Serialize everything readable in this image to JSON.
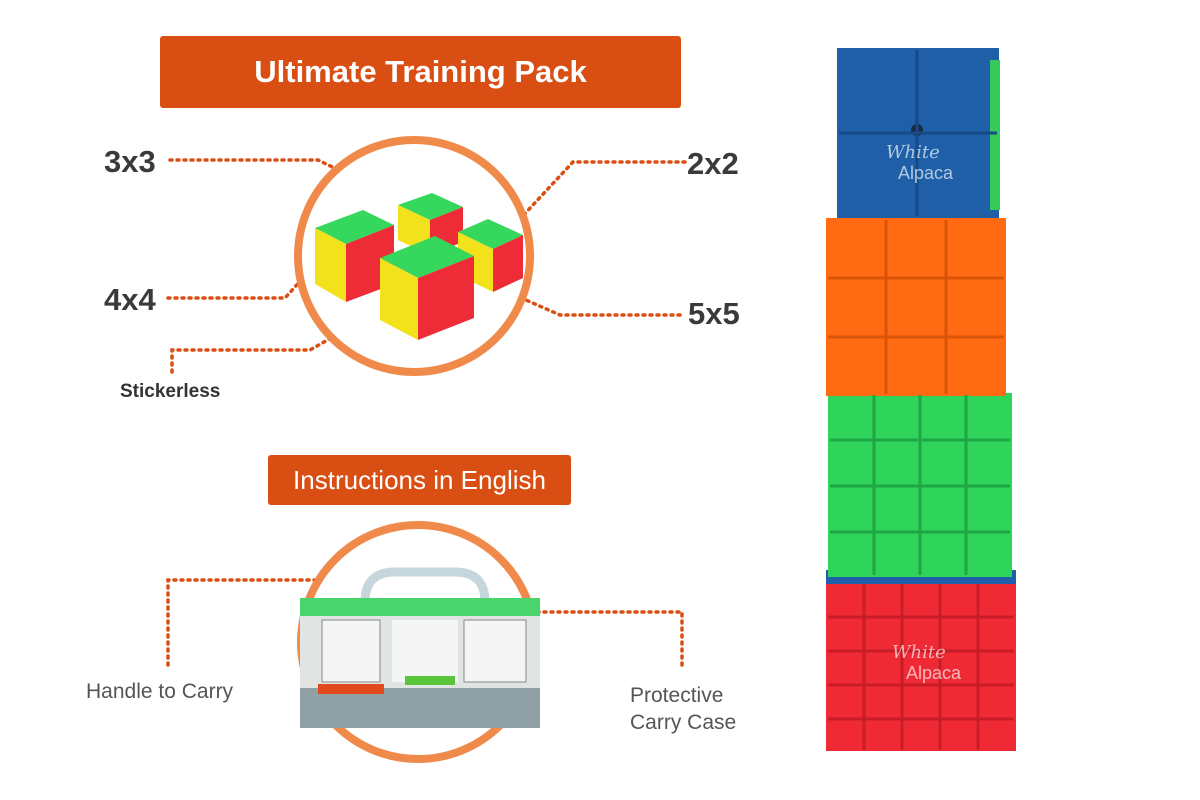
{
  "title": "Ultimate Training Pack",
  "instructions_banner": "Instructions in English",
  "cube_labels": {
    "c3x3": "3x3",
    "c2x2": "2x2",
    "c4x4": "4x4",
    "c5x5": "5x5"
  },
  "stickerless_label": "Stickerless",
  "handle_label": "Handle to Carry",
  "case_label_line1": "Protective",
  "case_label_line2": "Carry Case",
  "brand_line1": "White",
  "brand_line2": "Alpaca",
  "colors": {
    "accent": "#d94f13",
    "ring": "#f08a4b",
    "cube_green": "#2fd45a",
    "cube_yellow": "#f4e51e",
    "cube_red": "#ef2a35",
    "cube_orange": "#ff6a12",
    "cube_blue": "#1f5fa8"
  }
}
